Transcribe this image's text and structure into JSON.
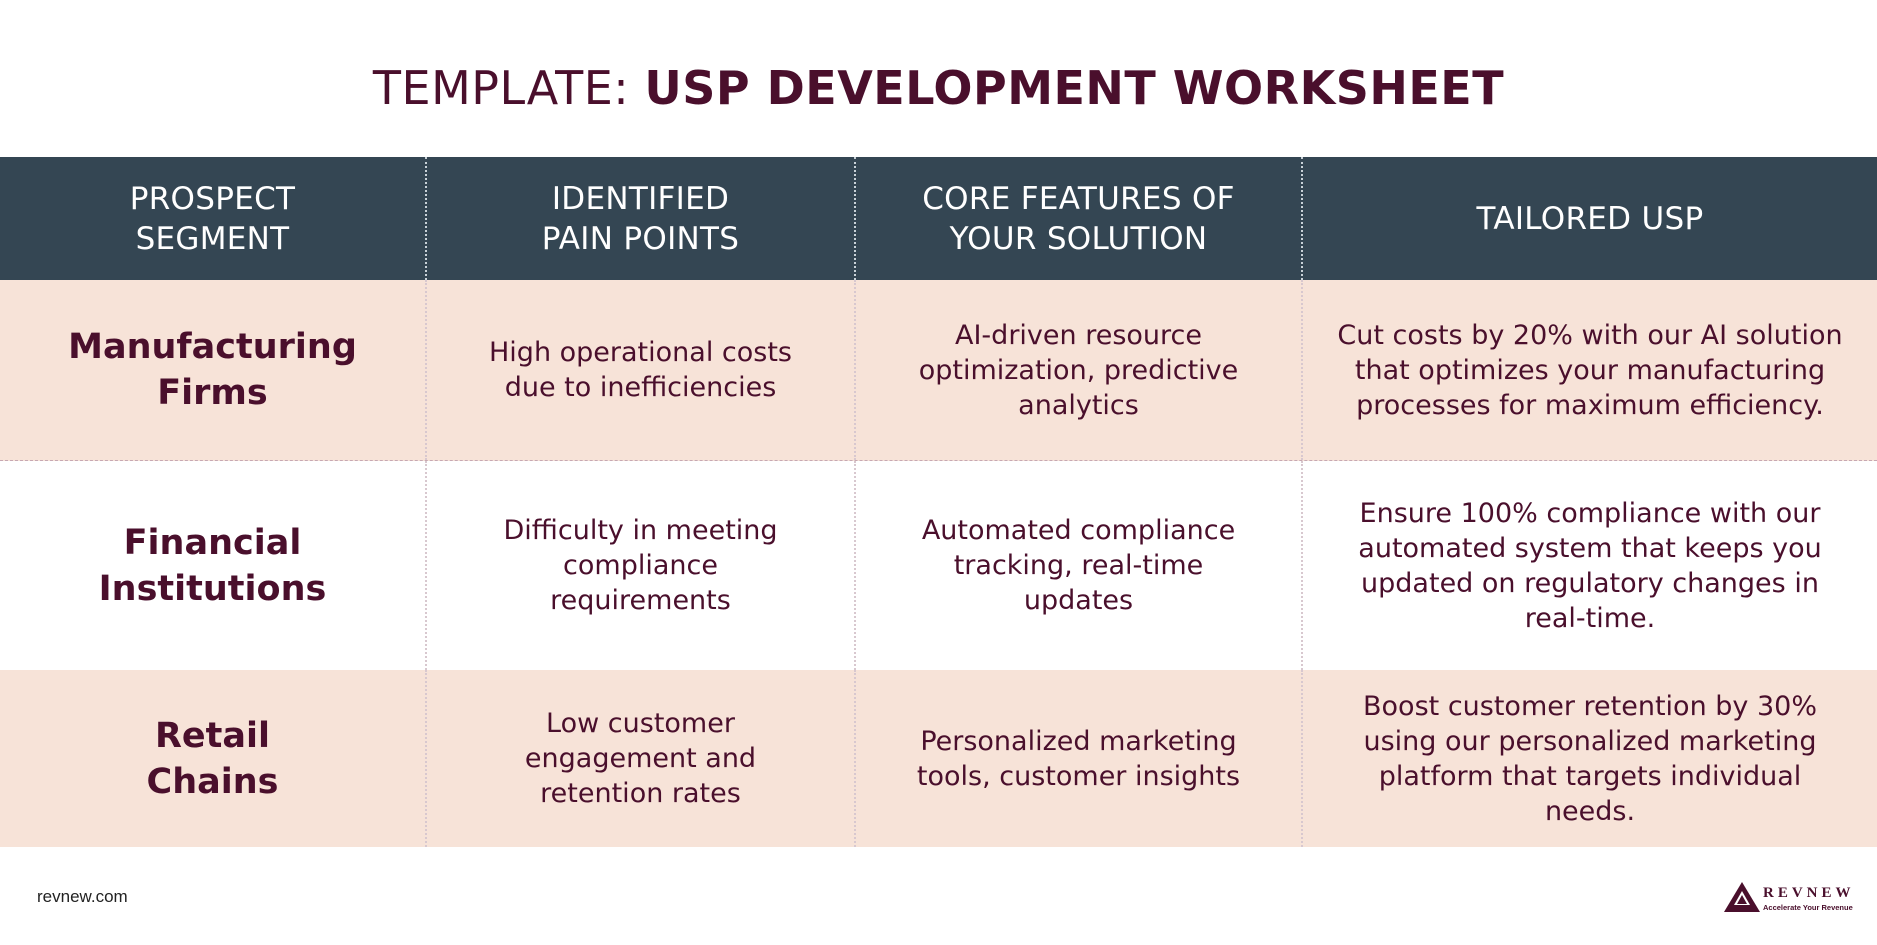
{
  "title": {
    "prefix": "TEMPLATE: ",
    "main": "USP DEVELOPMENT WORKSHEET"
  },
  "table": {
    "headers": [
      "PROSPECT SEGMENT",
      "IDENTIFIED PAIN POINTS",
      "CORE FEATURES OF YOUR SOLUTION",
      "TAILORED USP"
    ],
    "rows": [
      {
        "segment": "Manufacturing Firms",
        "pain": "High operational costs due to inefficiencies",
        "features": "AI-driven resource optimization, predictive analytics",
        "usp": "Cut costs by 20% with our AI solution that optimizes your manufacturing processes for maximum efficiency."
      },
      {
        "segment": "Financial Institutions",
        "pain": "Difficulty in meeting compliance requirements",
        "features": "Automated compliance tracking, real-time updates",
        "usp": "Ensure 100% compliance with our automated system that keeps you updated on regulatory changes in real-time."
      },
      {
        "segment": "Retail Chains",
        "pain": "Low customer engagement and retention rates",
        "features": "Personalized marketing tools, customer insights",
        "usp": "Boost customer retention by 30% using our personalized marketing platform that targets individual needs."
      }
    ]
  },
  "footer": {
    "url": "revnew.com",
    "logo_name": "REVNEW",
    "logo_tagline": "Accelerate Your Revenue",
    "logo_icon": "mountain-peak-icon"
  },
  "colors": {
    "header_bg": "#344653",
    "row_tint": "#f7e3d8",
    "text_maroon": "#4a0f2c"
  }
}
